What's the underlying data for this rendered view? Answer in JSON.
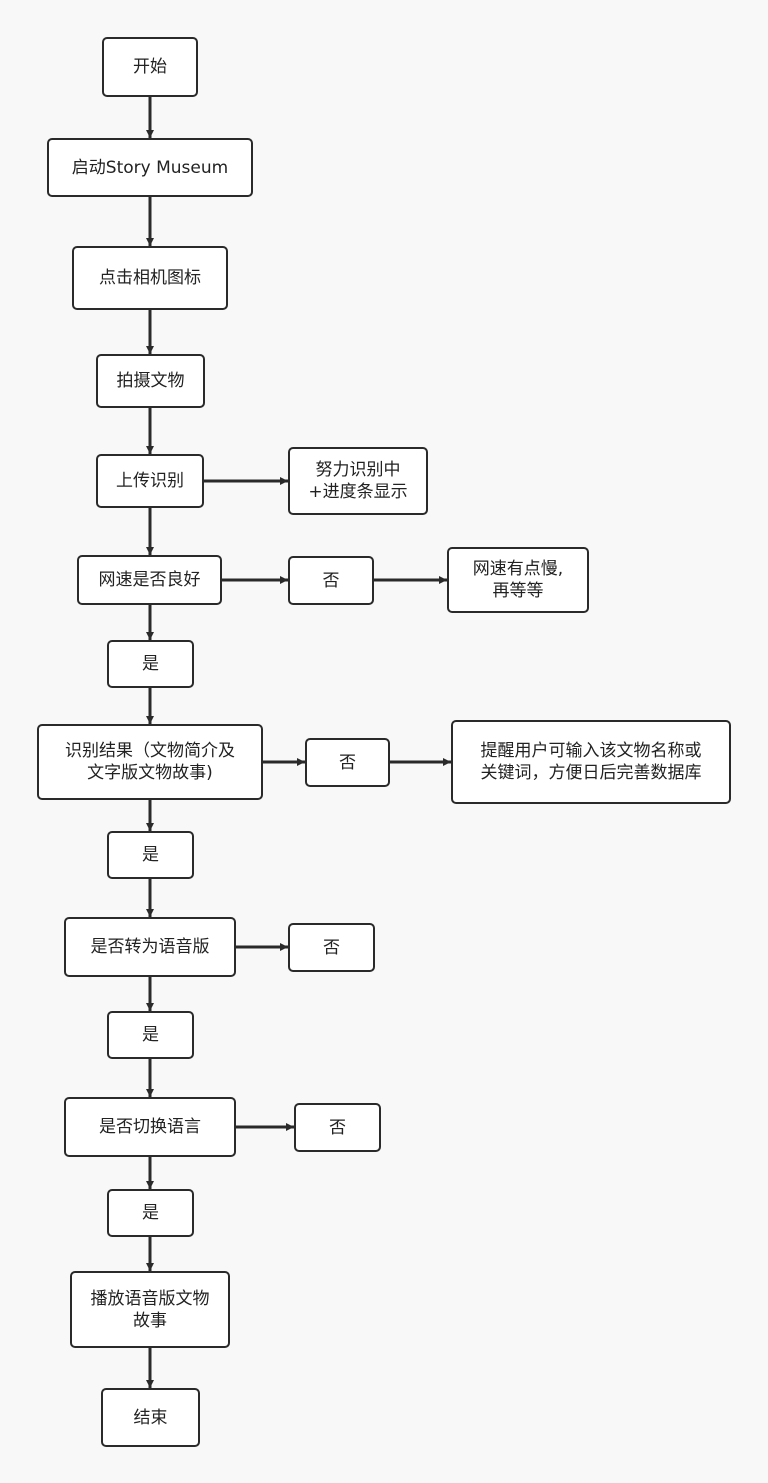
{
  "diagram": {
    "nodes": {
      "start": "开始",
      "launch": "启动Story Museum",
      "tap_camera": "点击相机图标",
      "photograph": "拍摄文物",
      "upload": "上传识别",
      "recognizing": "努力识别中\n+进度条显示",
      "network_check": "网速是否良好",
      "no_1": "否",
      "slow_net": "网速有点慢,\n再等等",
      "yes_1": "是",
      "result": "识别结果（文物简介及\n文字版文物故事)",
      "no_2": "否",
      "remind": "提醒用户可输入该文物名称或\n关键词，方便日后完善数据库",
      "yes_2": "是",
      "to_voice": "是否转为语音版",
      "no_3": "否",
      "yes_3": "是",
      "switch_lang": "是否切换语言",
      "no_4": "否",
      "yes_4": "是",
      "play": "播放语音版文物\n故事",
      "end": "结束"
    },
    "colors": {
      "line": "#2a2a2a",
      "box_border": "#2a2a2a",
      "background": "#f8f8f8"
    }
  }
}
